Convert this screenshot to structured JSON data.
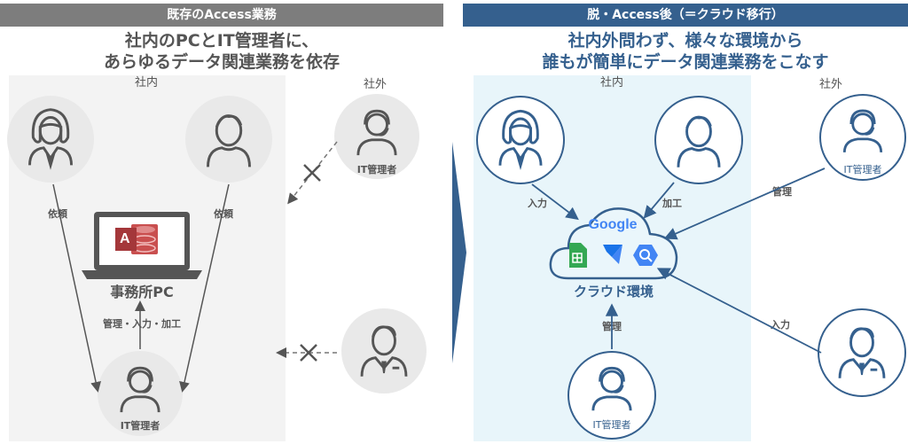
{
  "left": {
    "header": "既存のAccess業務",
    "lead_line1": "社内のPCとIT管理者に、",
    "lead_line2": "あらゆるデータ関連業務を依存",
    "zone_inside": "社内",
    "zone_outside": "社外",
    "pc_label": "事務所PC",
    "request_left": "依頼",
    "request_right": "依頼",
    "admin_ops": "管理・入力・加工",
    "it_admin_bottom": "IT管理者",
    "it_admin_outside": "IT管理者",
    "access_icon_letter": "A"
  },
  "right": {
    "header": "脱・Access後（＝クラウド移行）",
    "lead_line1": "社内外問わず、様々な環境から",
    "lead_line2": "誰もが簡単にデータ関連業務をこなす",
    "zone_inside": "社内",
    "zone_outside": "社外",
    "cloud_label": "クラウド環境",
    "google_wordmark": "Google",
    "label_input_left": "入力",
    "label_process": "加工",
    "label_manage_top": "管理",
    "label_manage_bottom": "管理",
    "label_input_right": "入力",
    "it_admin_bottom": "IT管理者",
    "it_admin_outside": "IT管理者"
  },
  "colors": {
    "left_header": "#7d7d7d",
    "right_header": "#35608e",
    "gray_person": "#555555",
    "blue_line": "#35608e",
    "cloud_fill": "#eaf6fb",
    "inside_bg_right": "#e8f5fa",
    "inside_bg_left": "#f3f3f3"
  }
}
